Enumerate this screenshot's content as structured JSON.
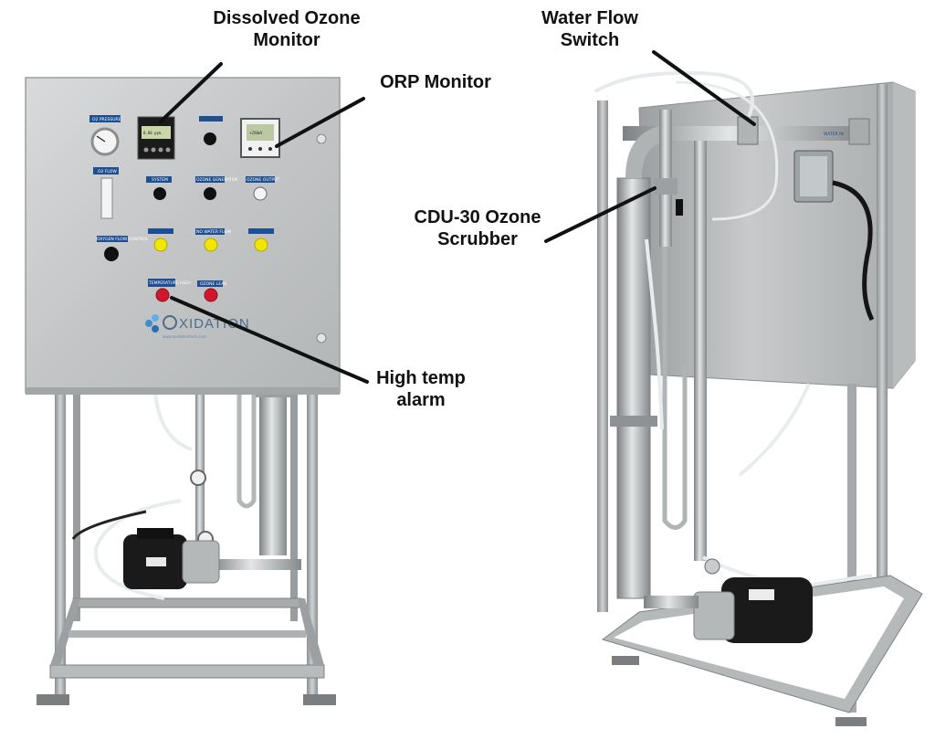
{
  "callouts": {
    "dissolved_ozone_line1": "Dissolved Ozone",
    "dissolved_ozone_line2": "Monitor",
    "orp_monitor": "ORP Monitor",
    "water_flow_line1": "Water Flow",
    "water_flow_line2": "Switch",
    "scrubber_line1": "CDU-30 Ozone",
    "scrubber_line2": "Scrubber",
    "high_temp_line1": "High temp",
    "high_temp_line2": "alarm"
  },
  "panel": {
    "brand": "XIDATION",
    "brand_url": "www.oxidationtech.com",
    "o2_pressure": "O2 PRESSURE",
    "o2_flow": "O2 FLOW",
    "system": "SYSTEM",
    "ozone_generator": "OZONE GENERATOR",
    "ozone_output": "OZONE OUTPUT",
    "oxygen_flow_control": "OXYGEN FLOW CONTROL",
    "no_water_flow": "NO WATER FLOW",
    "temperature_high": "TEMPERATURE HIGH",
    "ozone_leak": "OZONE LEAK",
    "water_in": "WATER IN"
  },
  "colors": {
    "steel": "#c9cbcc",
    "steel_dark": "#8e9294",
    "pump_black": "#1a1a1a",
    "indicator_yellow": "#f2e600",
    "indicator_red": "#d4162a",
    "label_blue": "#1f4f93"
  }
}
